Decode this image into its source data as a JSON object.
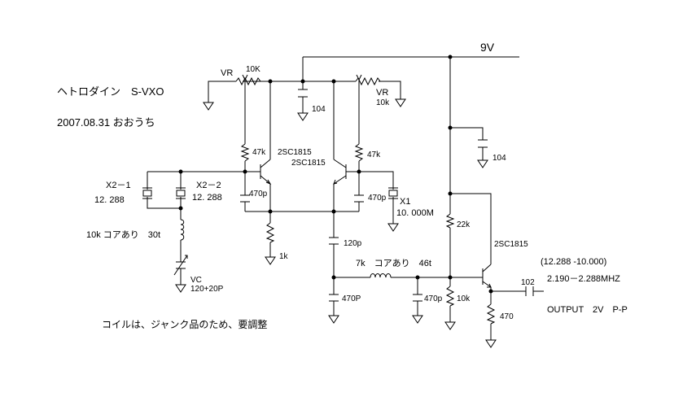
{
  "title": "ヘトロダイン　S-VXO",
  "date_author": "2007.08.31 おおうち",
  "note": "コイルは、ジャンク品のため、要調整",
  "supply": "9V",
  "labels": {
    "vr_left": "VR",
    "vr_left_value": "10K",
    "vr_right": "VR",
    "vr_right_value": "10k",
    "cap_top": "104",
    "cap_right": "104",
    "r_left_base": "47k",
    "r_right_base": "47k",
    "tr_left": "2SC1815",
    "tr_right": "2SC1815",
    "tr_output": "2SC1815",
    "cap_left": "470p",
    "cap_mid": "470p",
    "r_emitter": "1k",
    "x2_1": "X2－1",
    "x2_1_freq": "12. 288",
    "x2_2": "X2－2",
    "x2_2_freq": "12. 288",
    "x1": "X1",
    "x1_freq": "10. 000M",
    "coil_left": "10k コアあり　30t",
    "vc": "VC",
    "vc_value": "120+20P",
    "cap_120p": "120p",
    "coil_right": "7k　コアあり　46t",
    "cap_470P": "470P",
    "cap_470p_out": "470p",
    "r_22k": "22k",
    "r_10k": "10k",
    "r_470": "470",
    "cap_102": "102",
    "freq_calc": "(12.288  -10.000)",
    "freq_range": "2.190－2.288MHZ",
    "output": "OUTPUT　2V　P-P"
  }
}
